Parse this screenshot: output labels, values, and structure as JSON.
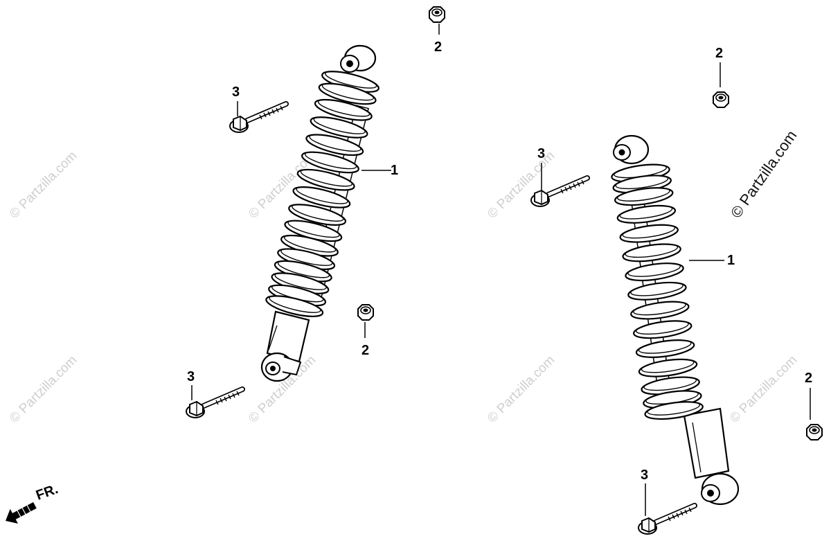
{
  "diagram": {
    "watermark": "© Partzilla.com",
    "watermark_large": "© Partzilla.com",
    "direction_label": "FR.",
    "callouts": {
      "shock_left": "1",
      "shock_right": "1",
      "nut_top_center": "2",
      "nut_top_right": "2",
      "nut_mid": "2",
      "nut_right_bottom": "2",
      "bolt_left_top": "3",
      "bolt_left_bottom": "3",
      "bolt_right_top": "3",
      "bolt_right_bottom": "3"
    },
    "colors": {
      "line": "#000000",
      "watermark": "#cfcfcf",
      "background": "#ffffff"
    }
  }
}
